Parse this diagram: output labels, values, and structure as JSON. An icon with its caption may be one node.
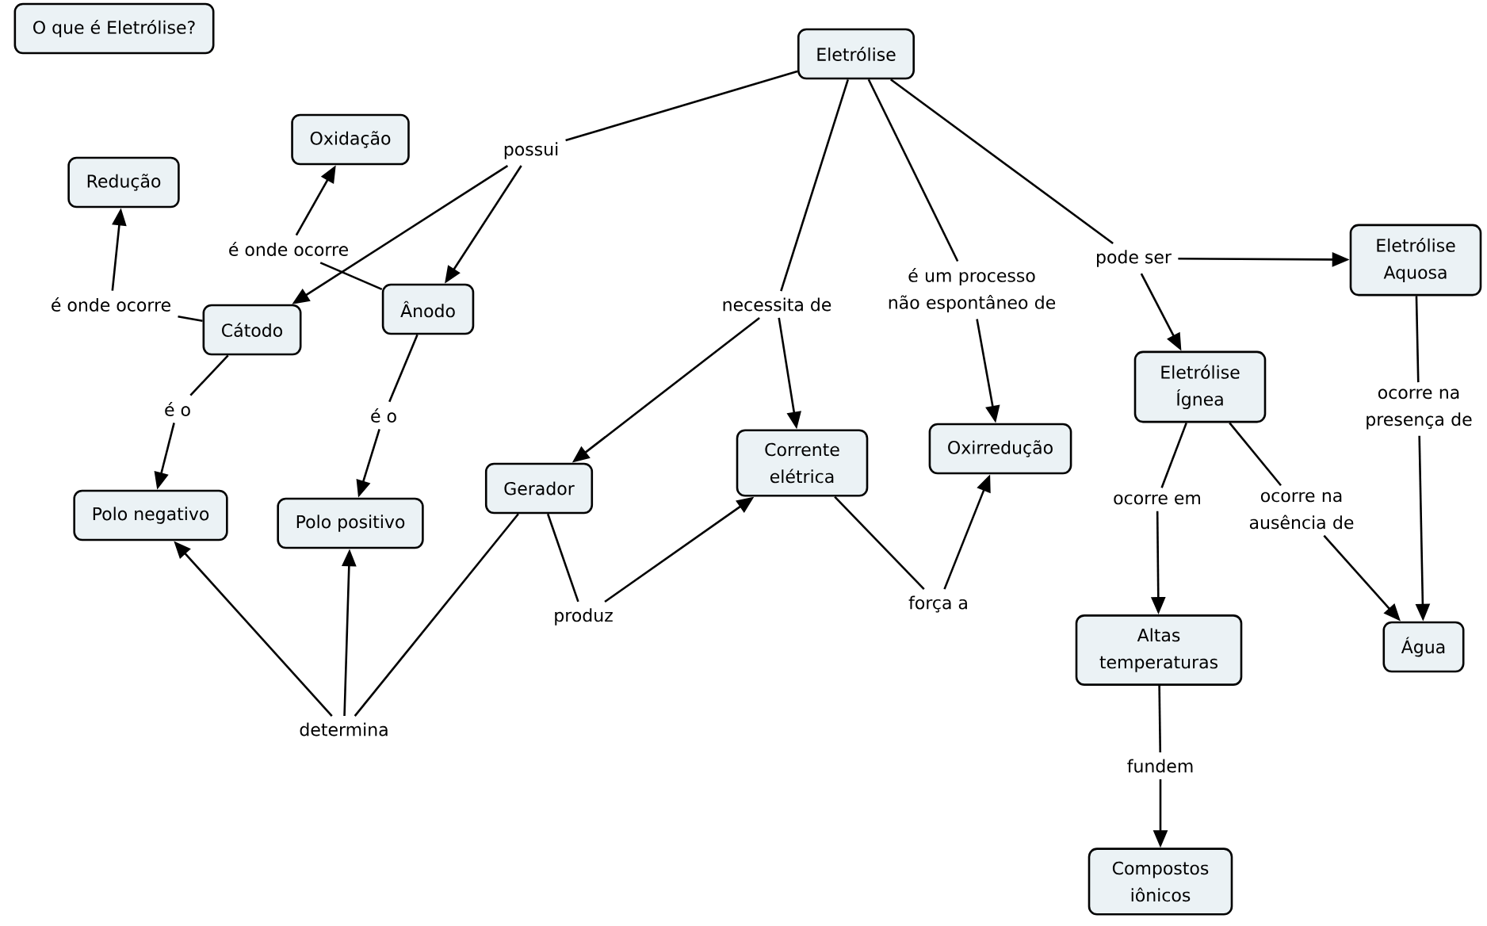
{
  "diagram": {
    "nodes": [
      {
        "text": [
          "O que é Eletrólise?"
        ]
      },
      {
        "text": [
          "Eletrólise"
        ]
      },
      {
        "text": [
          "Oxidação"
        ]
      },
      {
        "text": [
          "possui"
        ]
      },
      {
        "text": [
          "Redução"
        ]
      },
      {
        "text": [
          "é onde ocorre"
        ]
      },
      {
        "text": [
          "pode ser"
        ]
      },
      {
        "text": [
          "Eletrólise Aquosa"
        ]
      },
      {
        "text": [
          "é um processo não espontâneo de"
        ]
      },
      {
        "text": [
          "necessita de"
        ]
      },
      {
        "text": [
          "é onde ocorre"
        ]
      },
      {
        "text": [
          "Ânodo"
        ]
      },
      {
        "text": [
          "Cátodo"
        ]
      },
      {
        "text": [
          "Eletrólise Ígnea"
        ]
      },
      {
        "text": [
          "é o"
        ]
      },
      {
        "text": [
          "é o"
        ]
      },
      {
        "text": [
          "ocorre na presença de"
        ]
      },
      {
        "text": [
          "Corrente elétrica"
        ]
      },
      {
        "text": [
          "Oxirredução"
        ]
      },
      {
        "text": [
          "Gerador"
        ]
      },
      {
        "text": [
          "Polo negativo"
        ]
      },
      {
        "text": [
          "ocorre em"
        ]
      },
      {
        "text": [
          "ocorre na ausência de"
        ]
      },
      {
        "text": [
          "Polo positivo"
        ]
      },
      {
        "text": [
          "força a"
        ]
      },
      {
        "text": [
          "produz"
        ]
      },
      {
        "text": [
          "Altas temperaturas"
        ]
      },
      {
        "text": [
          "Água"
        ]
      },
      {
        "text": [
          "determina"
        ]
      },
      {
        "text": [
          "fundem"
        ]
      },
      {
        "text": [
          "Compostos iônicos"
        ]
      }
    ],
    "edges": [
      {
        "from": 1,
        "to": 3,
        "arrow": "none"
      },
      {
        "from": 3,
        "to": 12,
        "arrow": "to"
      },
      {
        "from": 3,
        "to": 11,
        "arrow": "to"
      },
      {
        "from": 12,
        "to": 10,
        "arrow": "none"
      },
      {
        "from": 10,
        "to": 4,
        "arrow": "to"
      },
      {
        "from": 11,
        "to": 5,
        "arrow": "none"
      },
      {
        "from": 5,
        "to": 2,
        "arrow": "to"
      },
      {
        "from": 12,
        "to": 14,
        "arrow": "none"
      },
      {
        "from": 14,
        "to": 20,
        "arrow": "to"
      },
      {
        "from": 11,
        "to": 15,
        "arrow": "none"
      },
      {
        "from": 15,
        "to": 23,
        "arrow": "to"
      },
      {
        "from": 1,
        "to": 9,
        "arrow": "none"
      },
      {
        "from": 9,
        "to": 19,
        "arrow": "to"
      },
      {
        "from": 9,
        "to": 17,
        "arrow": "to"
      },
      {
        "from": 1,
        "to": 8,
        "arrow": "none"
      },
      {
        "from": 8,
        "to": 18,
        "arrow": "to"
      },
      {
        "from": 1,
        "to": 6,
        "arrow": "none"
      },
      {
        "from": 6,
        "to": 7,
        "arrow": "to"
      },
      {
        "from": 6,
        "to": 13,
        "arrow": "to"
      },
      {
        "from": 19,
        "to": 25,
        "arrow": "none"
      },
      {
        "from": 25,
        "to": 17,
        "arrow": "to"
      },
      {
        "from": 19,
        "to": 28,
        "arrow": "none"
      },
      {
        "from": 28,
        "to": 20,
        "arrow": "to"
      },
      {
        "from": 28,
        "to": 23,
        "arrow": "to"
      },
      {
        "from": 17,
        "to": 24,
        "arrow": "none"
      },
      {
        "from": 24,
        "to": 18,
        "arrow": "to"
      },
      {
        "from": 13,
        "to": 21,
        "arrow": "none"
      },
      {
        "from": 21,
        "to": 26,
        "arrow": "to"
      },
      {
        "from": 13,
        "to": 22,
        "arrow": "none"
      },
      {
        "from": 22,
        "to": 27,
        "arrow": "to"
      },
      {
        "from": 7,
        "to": 16,
        "arrow": "none"
      },
      {
        "from": 16,
        "to": 27,
        "arrow": "to"
      },
      {
        "from": 26,
        "to": 29,
        "arrow": "none"
      },
      {
        "from": 29,
        "to": 30,
        "arrow": "to"
      }
    ]
  }
}
